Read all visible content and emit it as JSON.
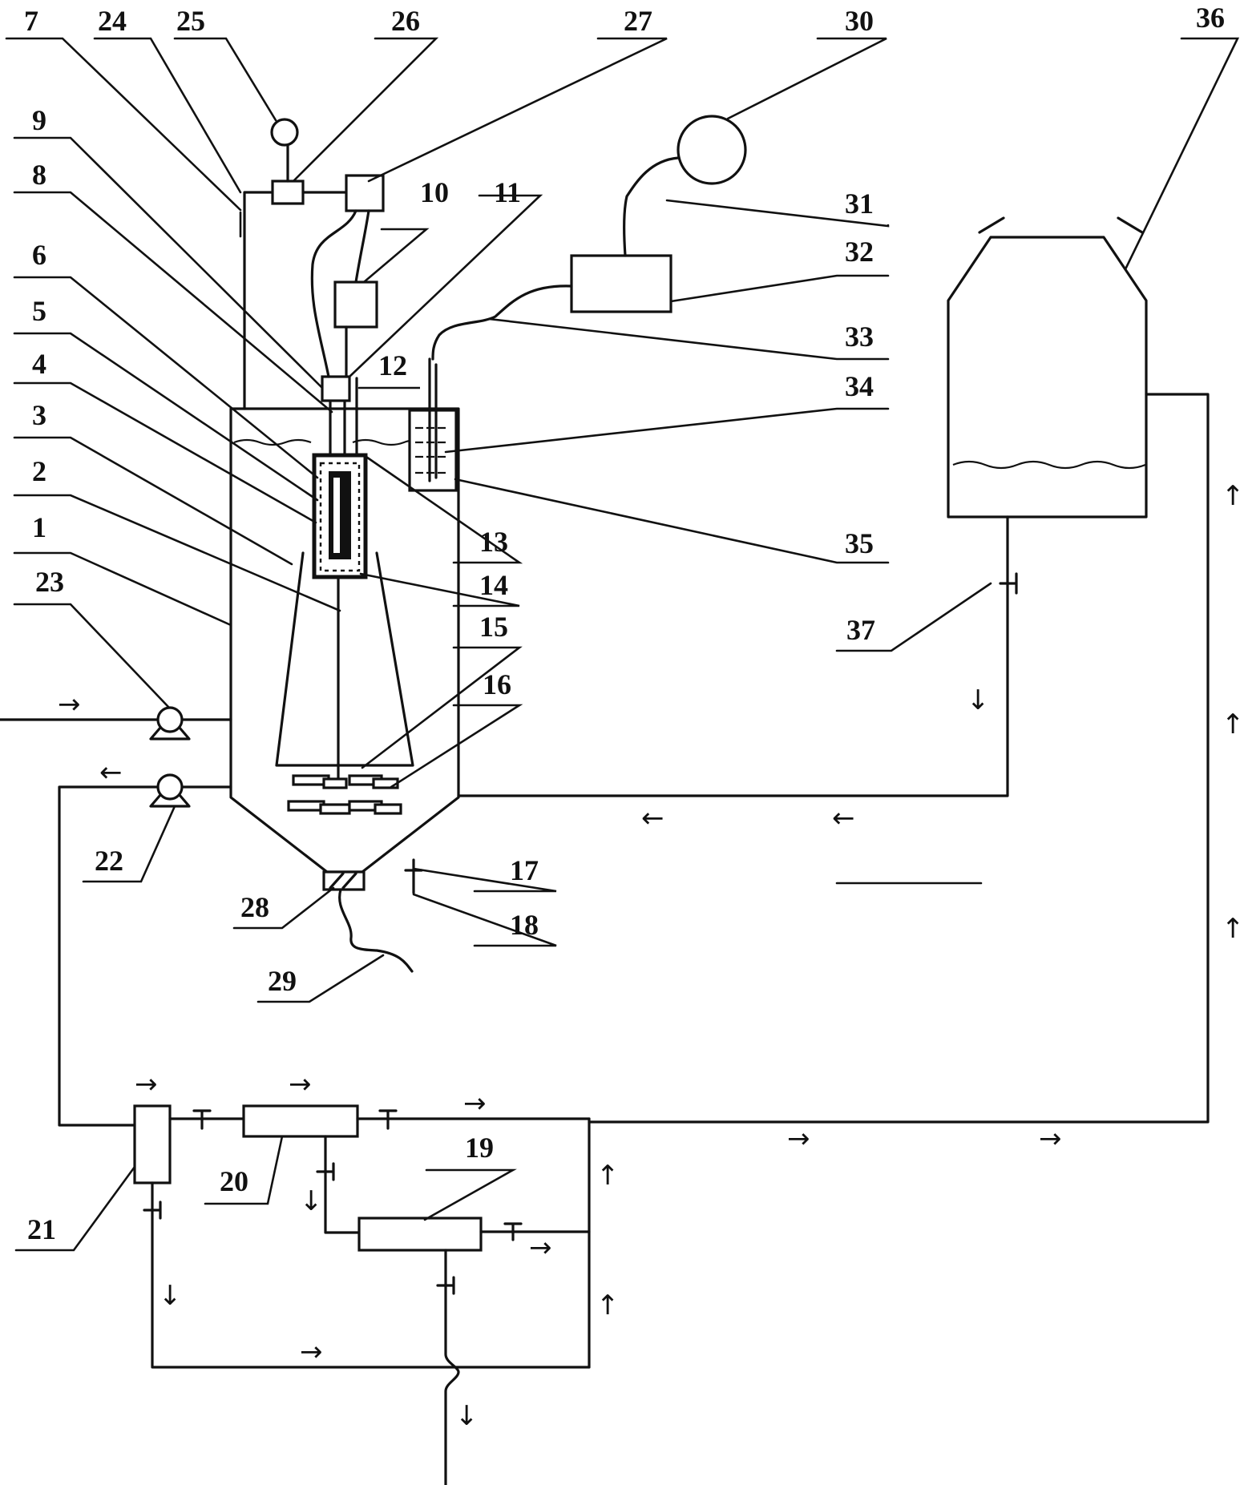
{
  "labels": {
    "l1": "1",
    "l2": "2",
    "l3": "3",
    "l4": "4",
    "l5": "5",
    "l6": "6",
    "l7": "7",
    "l8": "8",
    "l9": "9",
    "l10": "10",
    "l11": "11",
    "l12": "12",
    "l13": "13",
    "l14": "14",
    "l15": "15",
    "l16": "16",
    "l17": "17",
    "l18": "18",
    "l19": "19",
    "l20": "20",
    "l21": "21",
    "l22": "22",
    "l23": "23",
    "l24": "24",
    "l25": "25",
    "l26": "26",
    "l27": "27",
    "l28": "28",
    "l29": "29",
    "l30": "30",
    "l31": "31",
    "l32": "32",
    "l33": "33",
    "l34": "34",
    "l35": "35",
    "l36": "36",
    "l37": "37"
  },
  "arrows": {
    "right": "→",
    "left": "←",
    "up": "↑",
    "down": "↓"
  }
}
